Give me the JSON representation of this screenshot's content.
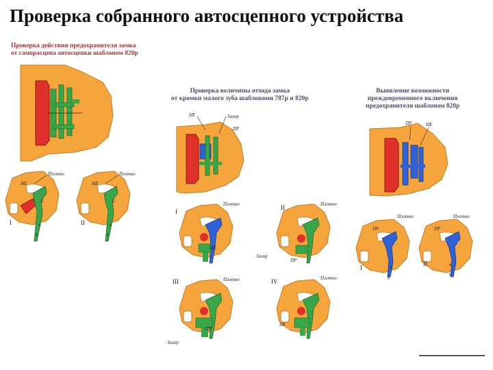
{
  "title": "Проверка собранного автосцепного устройства",
  "captions": {
    "c1_line1": "Проверка действия предохранителя замка",
    "c1_line2": "от саморасцепа автосцепки шаблоном 820р",
    "c2_line1": "Проверка величины отхода замка",
    "c2_line2": "от кромки малого зуба шаблонами 787р и 820р",
    "c3_line1": "Выявление возможности",
    "c3_line2": "преждевременного включения",
    "c3_line3": "предохранителя шаблоном 820р"
  },
  "labels": {
    "plotno": "Плотно",
    "ne": "НЕ",
    "pr": "ПР",
    "zazor": "Зазор",
    "a": "а",
    "b": "б",
    "v": "в",
    "g": "г"
  },
  "roman": [
    "I",
    "II",
    "III",
    "IV"
  ],
  "colors": {
    "body": "#f5a53c",
    "body_edge": "#c9781f",
    "template_green": "#3aa64a",
    "template_blue": "#2f62d6",
    "lock_red": "#e0302a",
    "dark": "#222222"
  }
}
